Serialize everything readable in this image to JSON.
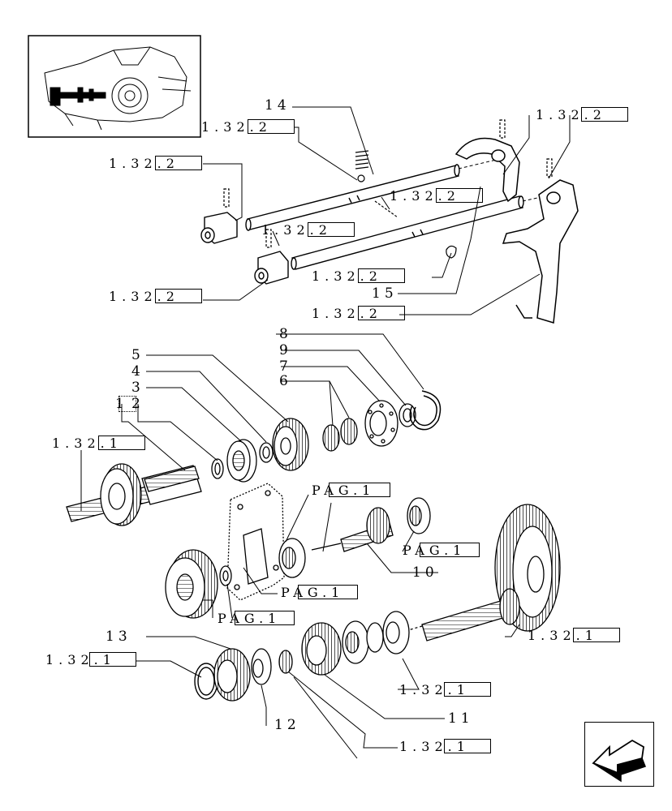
{
  "labels": {
    "n1": "1",
    "n2": "2",
    "n3": "3",
    "n4": "4",
    "n5": "5",
    "n6": "6",
    "n7": "7",
    "n8": "8",
    "n9": "9",
    "n10": "10",
    "n11": "11",
    "n12": "12",
    "n13": "13",
    "n14": "14",
    "n15": "15"
  },
  "refs": {
    "r_1322": "1.32.2",
    "r_1321": "1.32.1",
    "r_pag1": "PAG.1"
  },
  "icons": {
    "thumbnail": "tractor-transmission-thumbnail-icon",
    "nav": "previous-page-arrow-icon"
  }
}
